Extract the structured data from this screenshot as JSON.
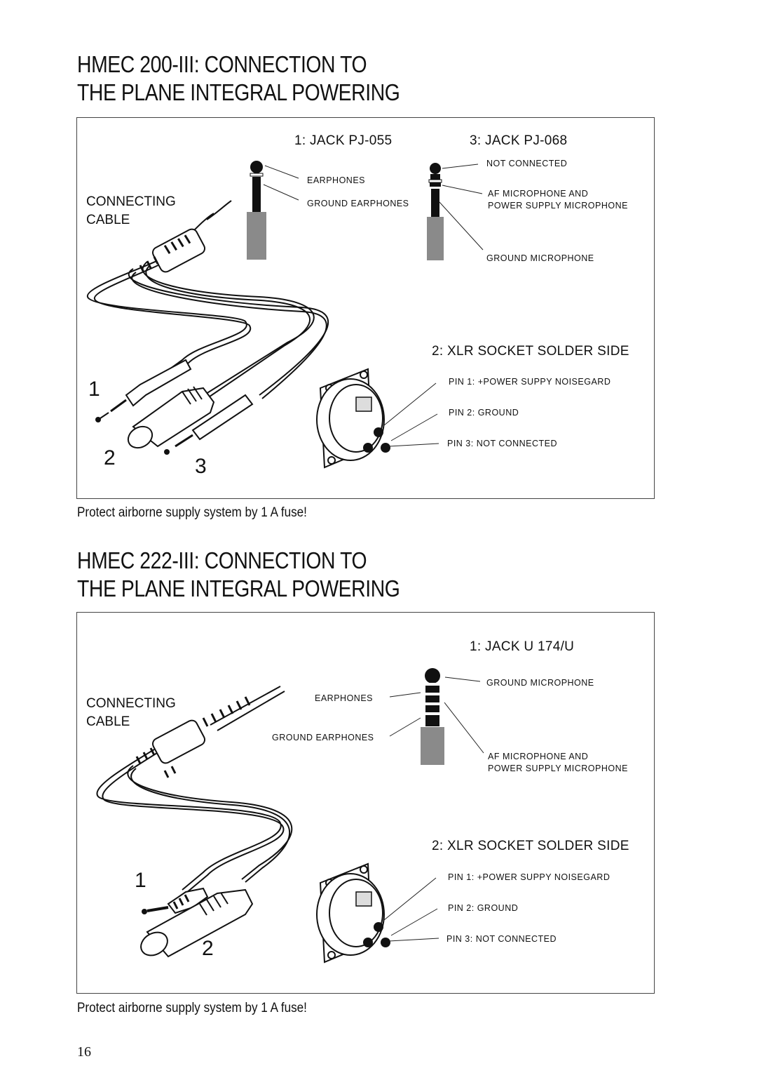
{
  "section1": {
    "title_line1": "HMEC 200-III: CONNECTION TO",
    "title_line2": "THE PLANE INTEGRAL POWERING",
    "jack1_heading": "1: JACK  PJ-055",
    "jack1_earphones": "EARPHONES",
    "jack1_ground": "GROUND EARPHONES",
    "jack3_heading": "3: JACK  PJ-068",
    "jack3_not_connected": "NOT CONNECTED",
    "jack3_af_line1": "AF MICROPHONE AND",
    "jack3_af_line2": "POWER SUPPLY MICROPHONE",
    "jack3_ground": "GROUND MICROPHONE",
    "cable_line1": "CONNECTING",
    "cable_line2": "CABLE",
    "xlr_heading": "2: XLR SOCKET SOLDER SIDE",
    "pin1": "PIN 1: +POWER SUPPY NOISEGARD",
    "pin2": "PIN 2: GROUND",
    "pin3": "PIN 3: NOT CONNECTED",
    "num1": "1",
    "num2": "2",
    "num3": "3",
    "note": "Protect airborne supply system by 1 A fuse!"
  },
  "section2": {
    "title_line1": "HMEC 222-III: CONNECTION TO",
    "title_line2": "THE PLANE INTEGRAL POWERING",
    "jack1_heading": "1: JACK  U 174/U",
    "jack1_ground_mic": "GROUND MICROPHONE",
    "jack1_earphones": "EARPHONES",
    "jack1_ground_earphones": "GROUND EARPHONES",
    "jack1_af_line1": "AF MICROPHONE AND",
    "jack1_af_line2": "POWER SUPPLY MICROPHONE",
    "cable_line1": "CONNECTING",
    "cable_line2": "CABLE",
    "xlr_heading": "2: XLR SOCKET SOLDER SIDE",
    "pin1": "PIN 1: +POWER SUPPY NOISEGARD",
    "pin2": "PIN 2: GROUND",
    "pin3": "PIN 3: NOT CONNECTED",
    "num1": "1",
    "num2": "2",
    "note": "Protect airborne supply system by 1 A fuse!"
  },
  "page_number": "16"
}
